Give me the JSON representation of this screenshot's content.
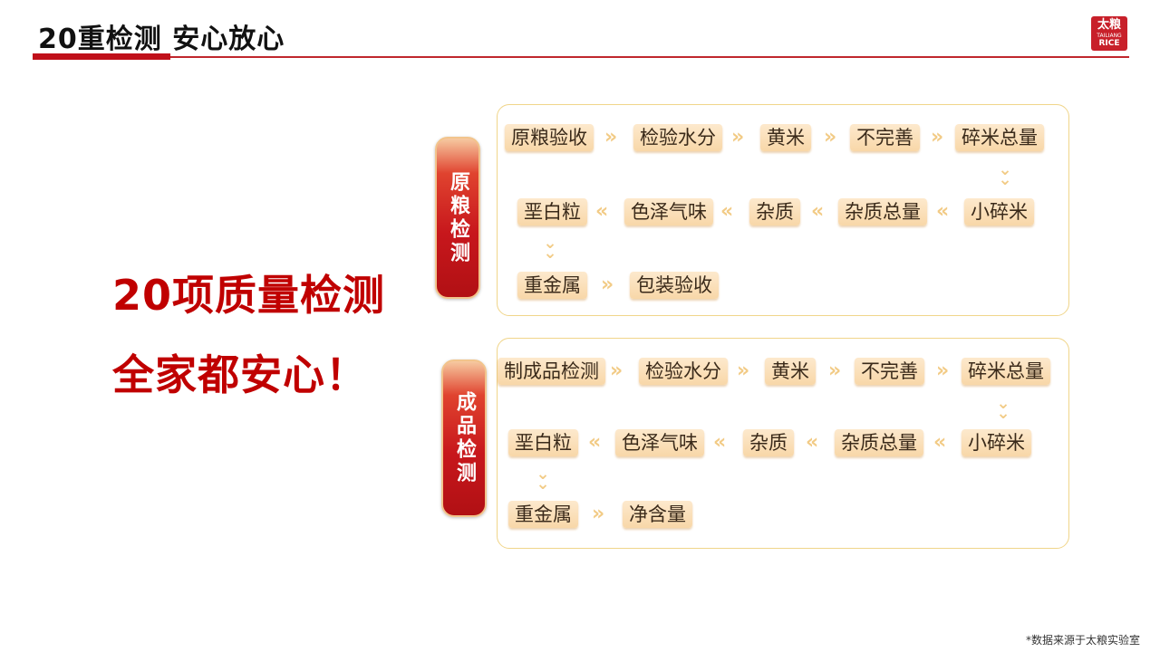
{
  "header": {
    "title": "20重检测 安心放心",
    "logo_line1": "太粮",
    "logo_line2": "TAILIANG",
    "logo_line3": "RICE"
  },
  "slogan": {
    "line1": "20项质量检测",
    "line2": "全家都安心！"
  },
  "sections": [
    {
      "label": "原粮检测",
      "rows": [
        [
          "原粮验收",
          "检验水分",
          "黄米",
          "不完善",
          "碎米总量"
        ],
        [
          "垩白粒",
          "色泽气味",
          "杂质",
          "杂质总量",
          "小碎米"
        ],
        [
          "重金属",
          "包装验收"
        ]
      ]
    },
    {
      "label": "成品检测",
      "rows": [
        [
          "制成品检测",
          "检验水分",
          "黄米",
          "不完善",
          "碎米总量"
        ],
        [
          "垩白粒",
          "色泽气味",
          "杂质",
          "杂质总量",
          "小碎米"
        ],
        [
          "重金属",
          "净含量"
        ]
      ]
    }
  ],
  "arrows": {
    "right": "»",
    "left": "«",
    "down": "⌄"
  },
  "footnote": "*数据来源于太粮实验室",
  "colors": {
    "brand_red": "#c00000",
    "pill_bg": "#f8d7a8",
    "arrow": "#f2cb86",
    "panel_border": "#f0d58a"
  }
}
